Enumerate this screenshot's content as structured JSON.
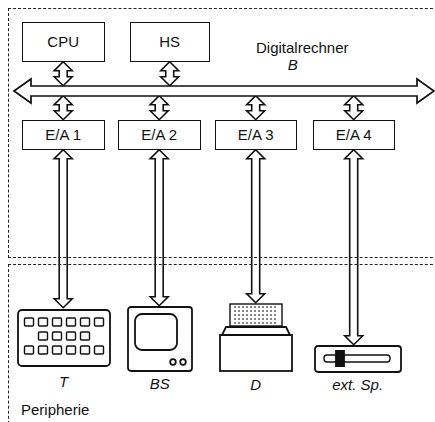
{
  "diagram": {
    "nodes": [
      {
        "text": [
          "Digitalrechner"
        ]
      },
      {
        "text": [
          "CPU"
        ],
        "in": 0
      },
      {
        "text": [
          "HS"
        ],
        "in": 0
      },
      {
        "text": [
          "B"
        ],
        "in": 0
      },
      {
        "text": [
          "E/A 1"
        ],
        "in": 0
      },
      {
        "text": [
          "E/A 2"
        ],
        "in": 0
      },
      {
        "text": [
          "E/A 3"
        ],
        "in": 0
      },
      {
        "text": [
          "E/A 4"
        ],
        "in": 0
      },
      {
        "text": [
          "Peripherie"
        ]
      },
      {
        "text": [
          "T"
        ],
        "in": 8
      },
      {
        "text": [
          "BS"
        ],
        "in": 8
      },
      {
        "text": [
          "D"
        ],
        "in": 8
      },
      {
        "text": [
          "ext. Sp."
        ],
        "in": 8
      }
    ],
    "edges": [
      {
        "from": 1,
        "to": 3,
        "arrow": "both"
      },
      {
        "from": 2,
        "to": 3,
        "arrow": "both"
      },
      {
        "from": 3,
        "to": 4,
        "arrow": "both"
      },
      {
        "from": 3,
        "to": 5,
        "arrow": "both"
      },
      {
        "from": 3,
        "to": 6,
        "arrow": "both"
      },
      {
        "from": 3,
        "to": 7,
        "arrow": "both"
      },
      {
        "from": 4,
        "to": 9,
        "arrow": "both"
      },
      {
        "from": 5,
        "to": 10,
        "arrow": "both"
      },
      {
        "from": 6,
        "to": 11,
        "arrow": "both"
      },
      {
        "from": 7,
        "to": 12,
        "arrow": "both"
      }
    ]
  }
}
